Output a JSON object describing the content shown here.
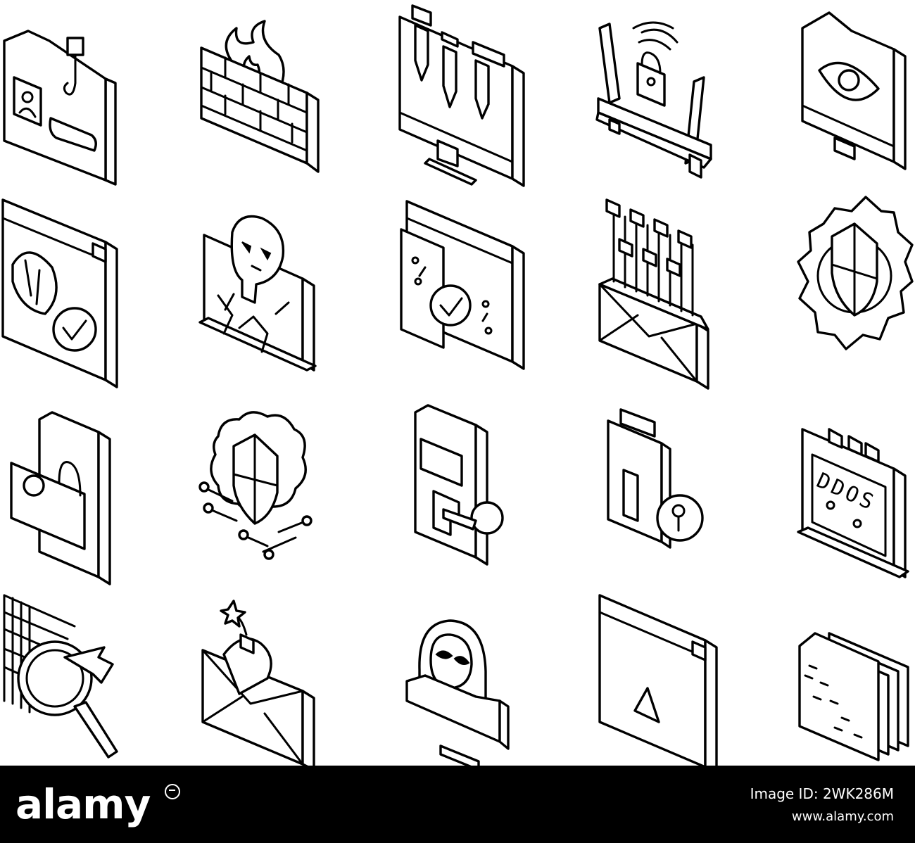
{
  "colors": {
    "ink": "#000000",
    "background": "#ffffff",
    "footer_background": "#000000",
    "footer_text": "#ffffff"
  },
  "icons": [
    "id-card-phishing-hook-icon",
    "firewall-fire-icon",
    "monitor-missiles-icon",
    "router-lock-icon",
    "monitor-eye-icon",
    "browser-protection-check-icon",
    "laptop-skull-hacker-icon",
    "document-check-malware-icon",
    "envelope-spam-flood-icon",
    "gear-shield-icon",
    "phone-lock-icon",
    "cloud-shield-icon",
    "phone-keyhole-key-icon",
    "usb-drive-lock-icon",
    "laptop-ddos-icon",
    "search-magnifier-icon",
    "envelope-bomb-icon",
    "hacker-hood-icon",
    "browser-warning-icon",
    "stacked-chips-icon"
  ],
  "ddos_label": "DDOS",
  "footer": {
    "brand": "alamy",
    "image_id": "Image ID: 2WK286M",
    "site": "www.alamy.com"
  }
}
